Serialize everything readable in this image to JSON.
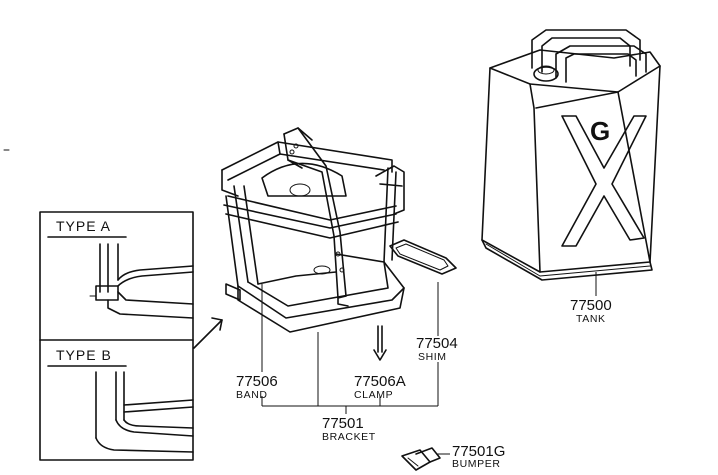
{
  "parts": [
    {
      "id": "tank",
      "number": "77500",
      "label": "TANK"
    },
    {
      "id": "shim",
      "number": "77504",
      "label": "SHIM"
    },
    {
      "id": "band",
      "number": "77506",
      "label": "BAND"
    },
    {
      "id": "clamp",
      "number": "77506A",
      "label": "CLAMP"
    },
    {
      "id": "bracket",
      "number": "77501",
      "label": "BRACKET"
    },
    {
      "id": "bumper",
      "number": "77501G",
      "label": "BUMPER"
    }
  ],
  "variants": [
    {
      "id": "type-a",
      "label": "TYPE A"
    },
    {
      "id": "type-b",
      "label": "TYPE B"
    }
  ],
  "tank_emblem": "G"
}
